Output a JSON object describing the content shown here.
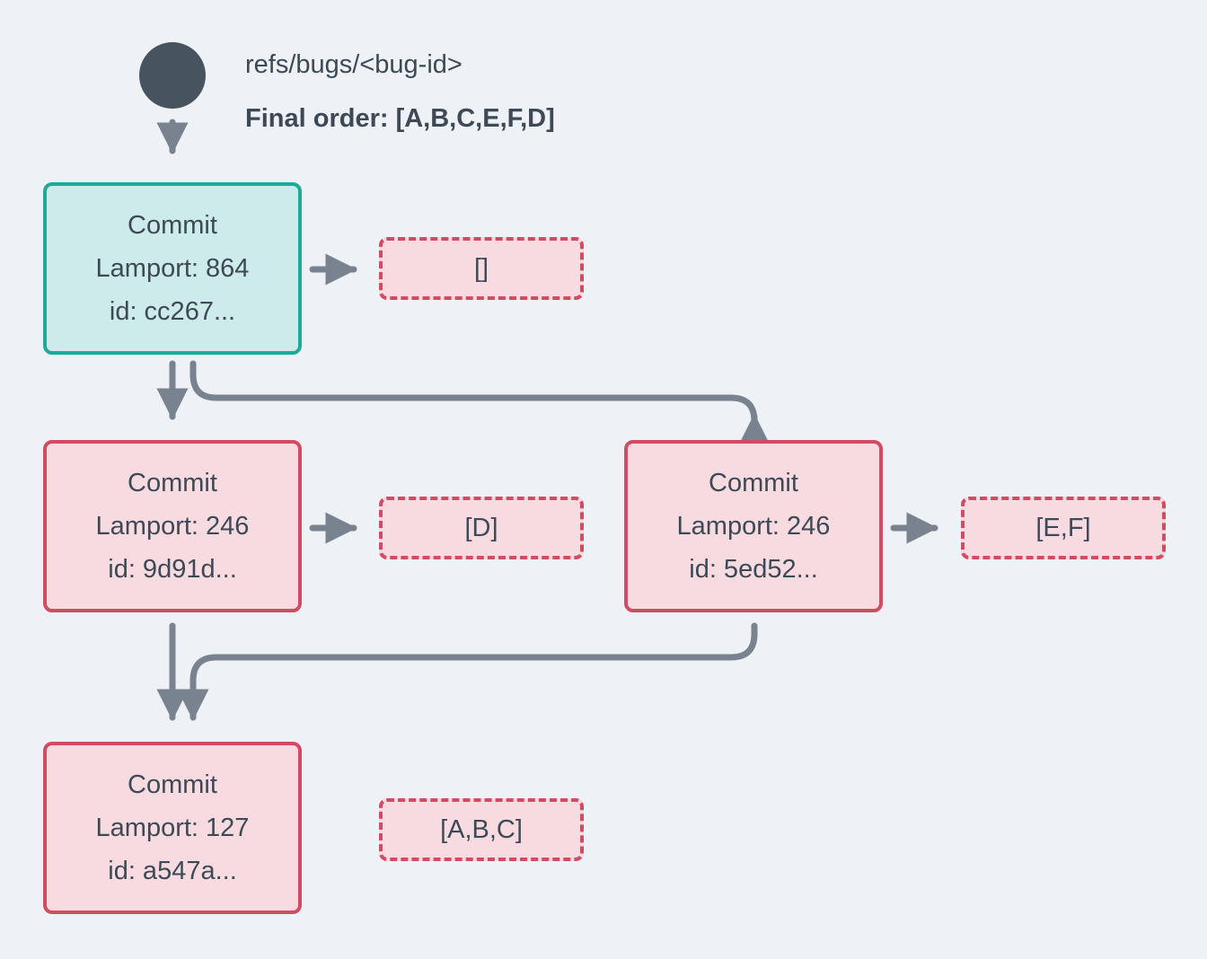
{
  "ref": {
    "label": "refs/bugs/<bug-id>",
    "final_order": "Final order: [A,B,C,E,F,D]"
  },
  "commits": [
    {
      "title": "Commit",
      "lamport": "Lamport: 864",
      "id": "id: cc267...",
      "type": "head",
      "operations": "[]"
    },
    {
      "title": "Commit",
      "lamport": "Lamport: 246",
      "id": "id: 9d91d...",
      "type": "regular",
      "operations": "[D]"
    },
    {
      "title": "Commit",
      "lamport": "Lamport: 246",
      "id": "id: 5ed52...",
      "type": "regular",
      "operations": "[E,F]"
    },
    {
      "title": "Commit",
      "lamport": "Lamport: 127",
      "id": "id: a547a...",
      "type": "regular",
      "operations": "[A,B,C]"
    }
  ],
  "colors": {
    "background": "#eef1f5",
    "ref_node": "#47545f",
    "arrow": "#78838f",
    "head_border": "#1fa99a",
    "head_fill": "#cdebe8",
    "commit_border": "#d14b63",
    "commit_fill": "#f7dbe0",
    "text": "#3d4a56"
  }
}
